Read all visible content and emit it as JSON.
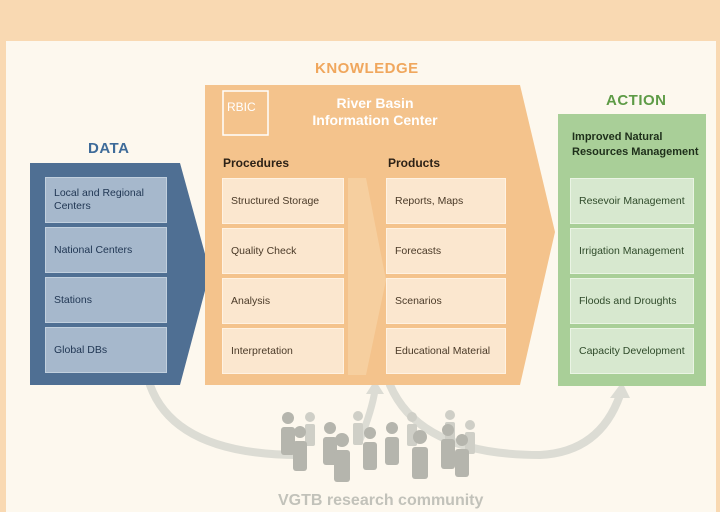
{
  "sections": {
    "data": {
      "title": "DATA",
      "items": [
        "Local and Regional Centers",
        "National Centers",
        "Stations",
        "Global DBs"
      ]
    },
    "knowledge": {
      "title": "KNOWLEDGE",
      "logo": "RBIC",
      "center_title": "River Basin Information Center",
      "procedures_header": "Procedures",
      "procedures": [
        "Structured Storage",
        "Quality Check",
        "Analysis",
        "Interpretation"
      ],
      "products_header": "Products",
      "products": [
        "Reports, Maps",
        "Forecasts",
        "Scenarios",
        "Educational Material"
      ]
    },
    "action": {
      "title": "ACTION",
      "header": "Improved Natural Resources Management",
      "items": [
        "Resevoir Management",
        "Irrigation Management",
        "Floods and Droughts",
        "Capacity Development"
      ]
    }
  },
  "community": {
    "label": "VGTB research community"
  },
  "colors": {
    "data": "#4f6f93",
    "knowledge": "#f4c38c",
    "action": "#a9cf98",
    "heading_data": "#3e6b99",
    "heading_knowledge": "#f0a75d",
    "heading_action": "#5e9b46"
  }
}
